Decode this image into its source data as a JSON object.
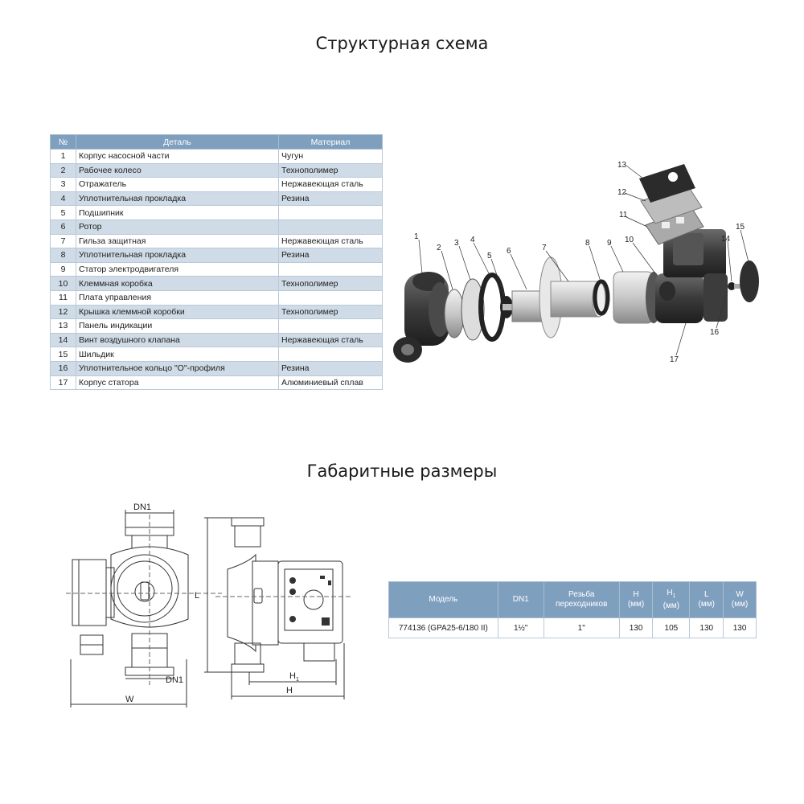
{
  "titles": {
    "structure": "Структурная схема",
    "dimensions": "Габаритные размеры"
  },
  "parts_table": {
    "headers": [
      "№",
      "Деталь",
      "Материал"
    ],
    "rows": [
      [
        "1",
        "Корпус насосной части",
        "Чугун"
      ],
      [
        "2",
        "Рабочее колесо",
        "Технополимер"
      ],
      [
        "3",
        "Отражатель",
        "Нержавеющая сталь"
      ],
      [
        "4",
        "Уплотнительная прокладка",
        "Резина"
      ],
      [
        "5",
        "Подшипник",
        ""
      ],
      [
        "6",
        "Ротор",
        ""
      ],
      [
        "7",
        "Гильза защитная",
        "Нержавеющая сталь"
      ],
      [
        "8",
        "Уплотнительная прокладка",
        "Резина"
      ],
      [
        "9",
        "Статор электродвигателя",
        ""
      ],
      [
        "10",
        "Клеммная коробка",
        "Технополимер"
      ],
      [
        "11",
        "Плата управления",
        ""
      ],
      [
        "12",
        "Крышка клеммной коробки",
        "Технополимер"
      ],
      [
        "13",
        "Панель индикации",
        ""
      ],
      [
        "14",
        "Винт воздушного клапана",
        "Нержавеющая сталь"
      ],
      [
        "15",
        "Шильдик",
        ""
      ],
      [
        "16",
        "Уплотнительное кольцо \"О\"-профиля",
        "Резина"
      ],
      [
        "17",
        "Корпус статора",
        "Алюминиевый сплав"
      ]
    ]
  },
  "exploded_view": {
    "callouts": [
      "1",
      "2",
      "3",
      "4",
      "5",
      "6",
      "7",
      "8",
      "9",
      "10",
      "11",
      "12",
      "13",
      "14",
      "15",
      "16",
      "17"
    ]
  },
  "dimension_drawing": {
    "labels": {
      "dn1_top": "DN1",
      "dn1_bottom": "DN1",
      "w": "W",
      "l": "L",
      "h": "H",
      "h1": "H",
      "h1_sub": "1"
    }
  },
  "spec_table": {
    "headers": {
      "model": "Модель",
      "dn1": "DN1",
      "thread_line1": "Резьба",
      "thread_line2": "переходников",
      "h": "H",
      "h1": "H",
      "h1_sub": "1",
      "l": "L",
      "w": "W",
      "unit": "(мм)"
    },
    "row": {
      "model": "774136 (GPA25-6/180 II)",
      "dn1": "1½\"",
      "thread": "1\"",
      "h": "130",
      "h1": "105",
      "l": "130",
      "w": "130"
    }
  },
  "colors": {
    "header_bg": "#7f9fbf",
    "row_alt": "#cfdbe6",
    "drawing_line": "#333333",
    "part_dark": "#3a3a3a"
  }
}
